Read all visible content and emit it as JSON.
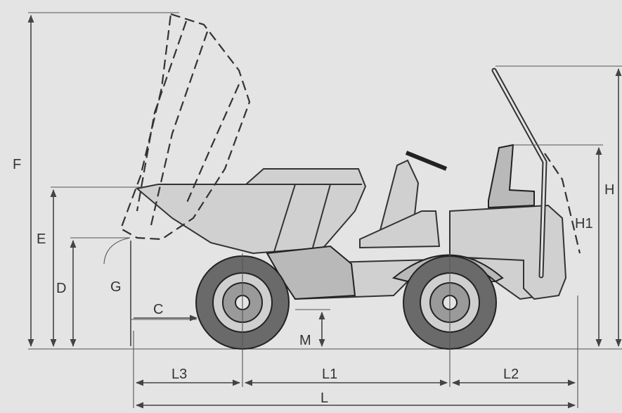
{
  "colors": {
    "background": "#e4e4e4",
    "line": "#333333",
    "body_fill": "#d0d0d0",
    "wheel_fill": "#6a6a6a"
  },
  "dimension_labels": {
    "F": "F",
    "E": "E",
    "D": "D",
    "G": "G",
    "C": "C",
    "M": "M",
    "H": "H",
    "H1": "H1",
    "L1": "L1",
    "L2": "L2",
    "L3": "L3",
    "L": "L"
  }
}
